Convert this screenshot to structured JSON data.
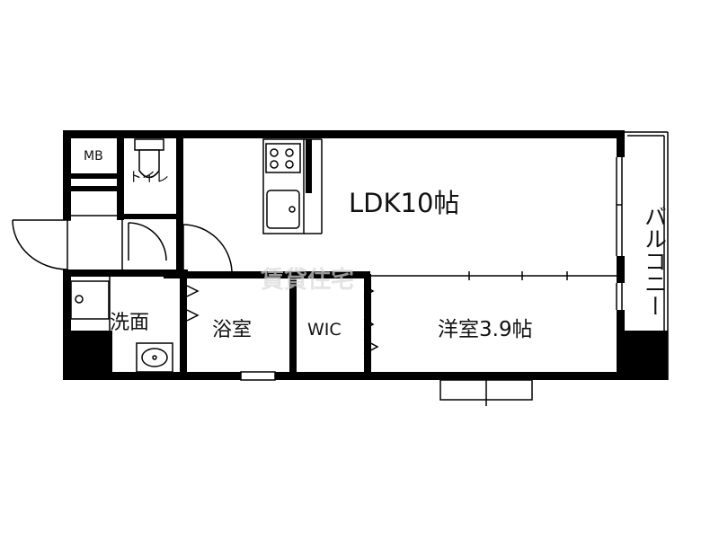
{
  "rooms": {
    "mb": "MB",
    "toilet": "トイレ",
    "ldk": "LDK10帖",
    "washroom": "洗面",
    "bathroom": "浴室",
    "wic": "WIC",
    "western_room": "洋室3.9帖",
    "balcony": "バルコニー"
  },
  "watermark": "賃貸住宅"
}
